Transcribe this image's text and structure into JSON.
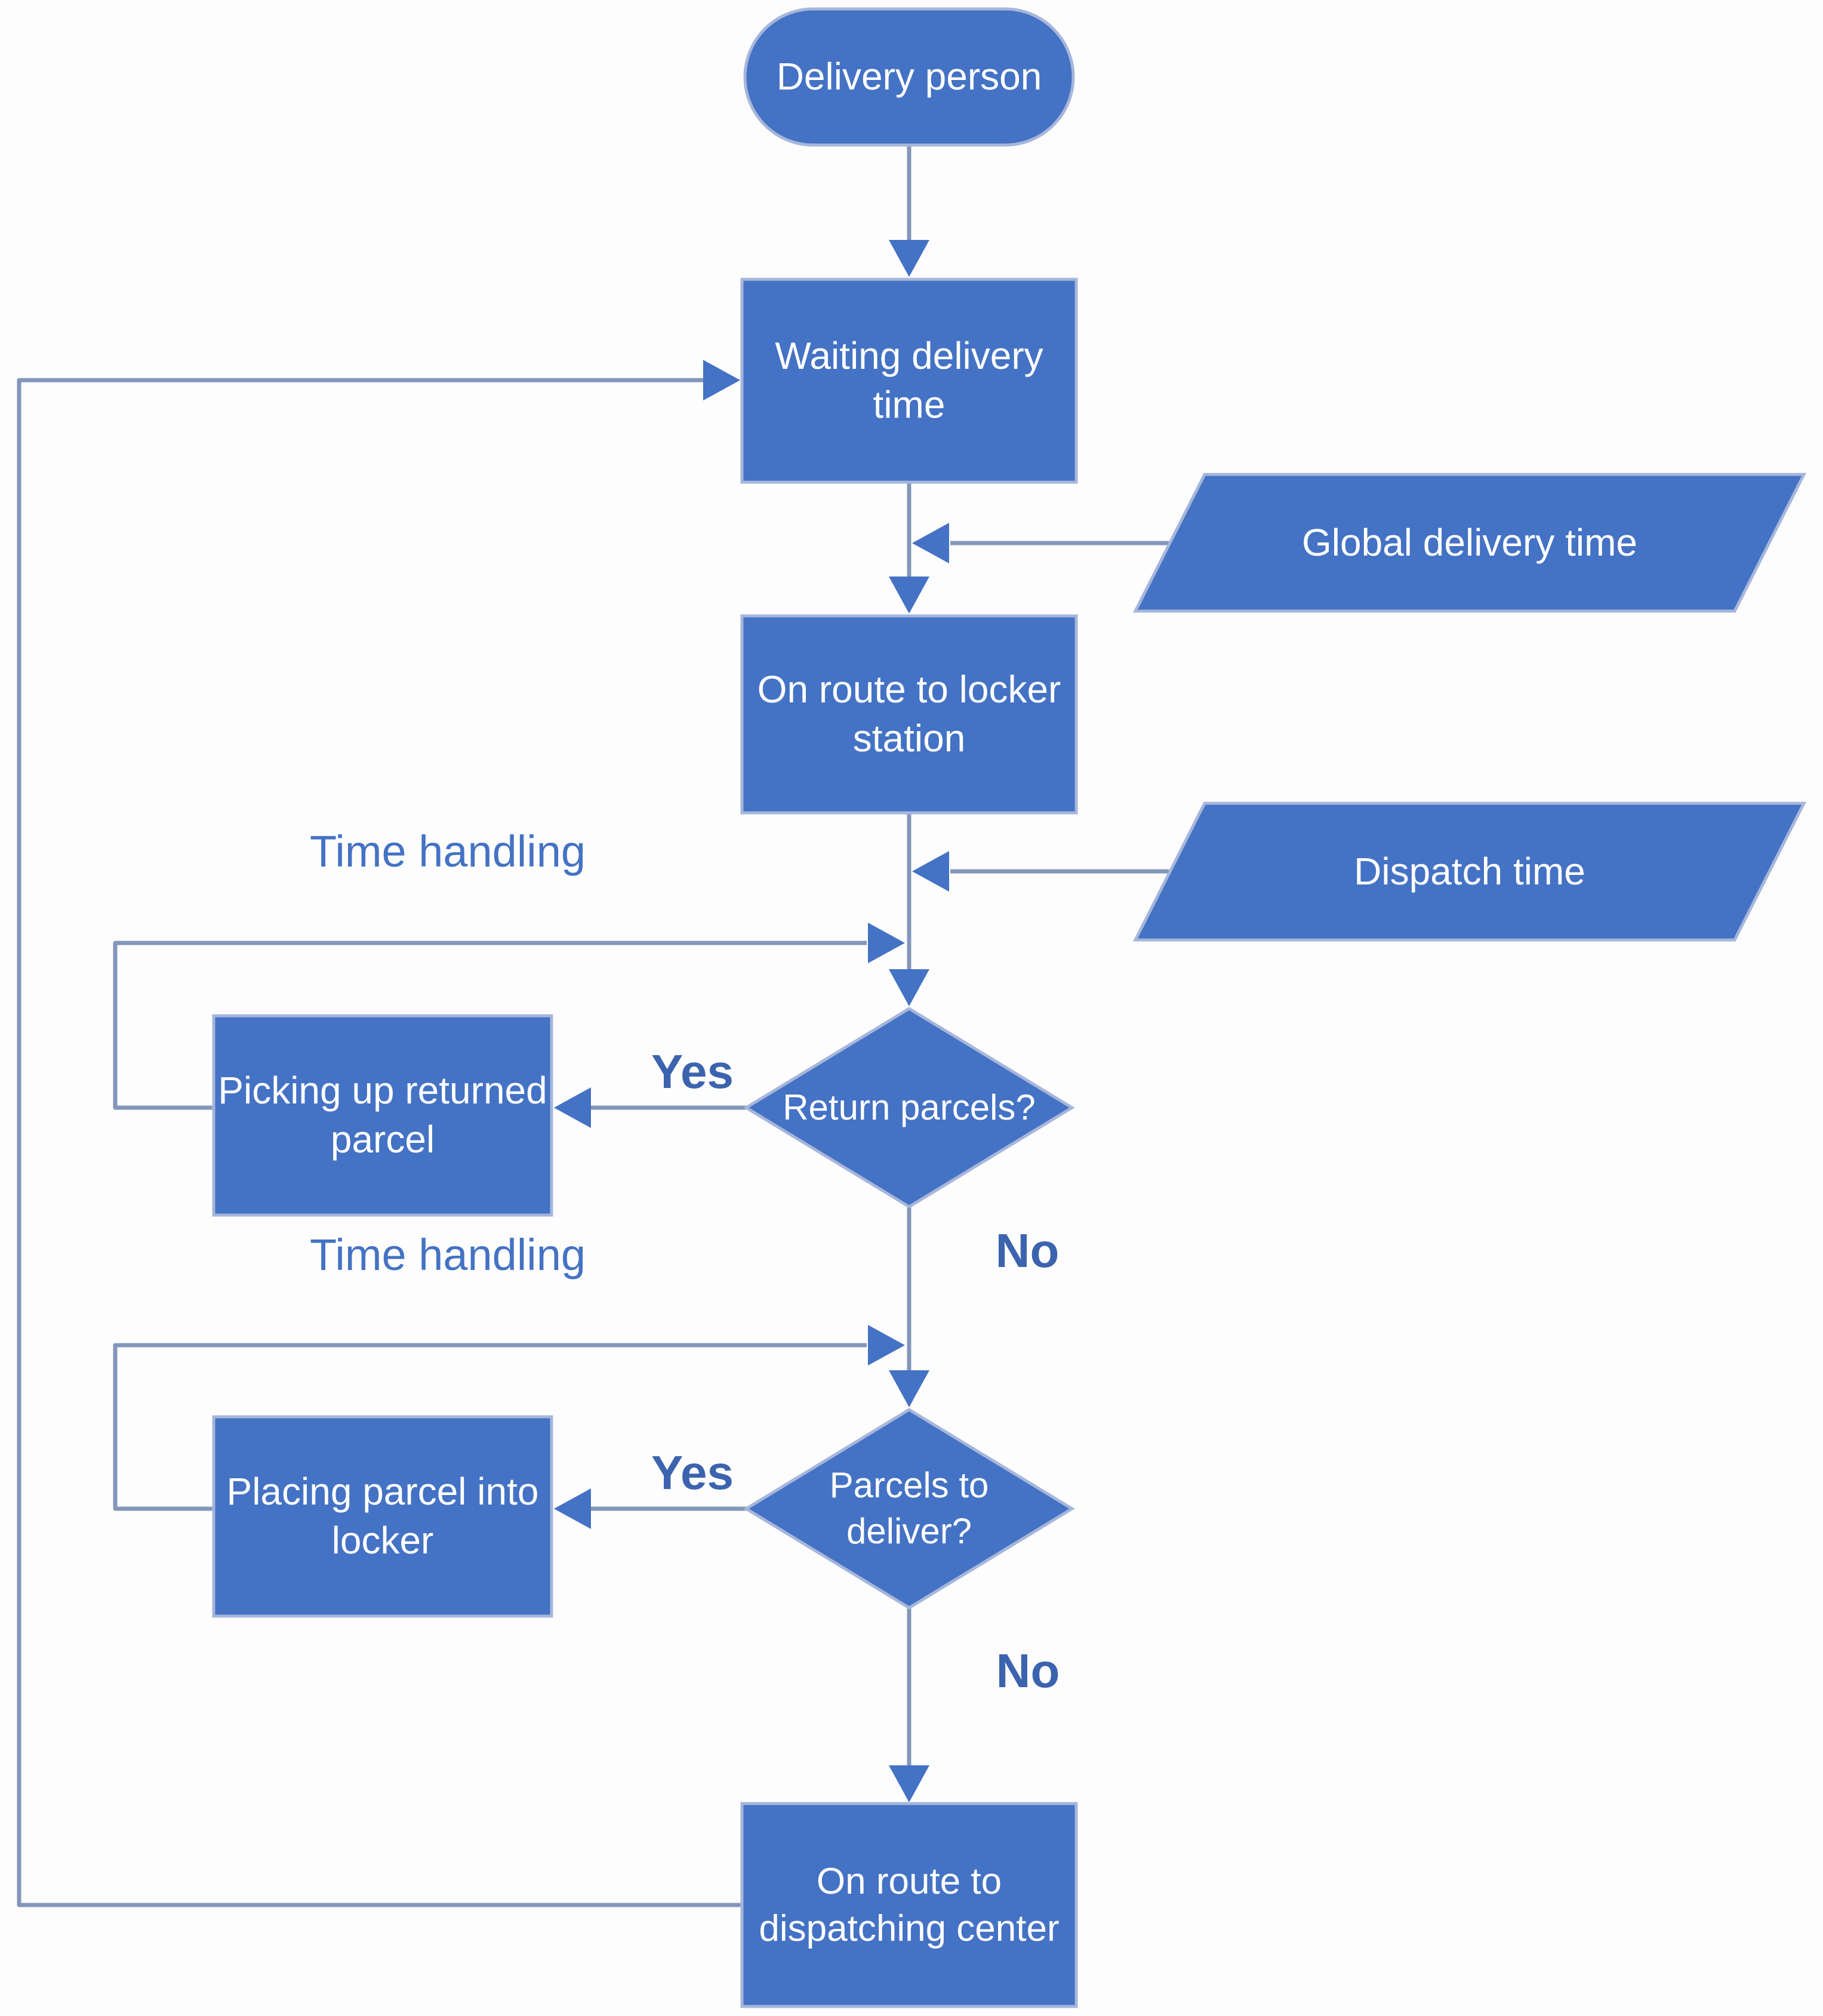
{
  "diagram": {
    "type": "flowchart",
    "description": "Delivery person parcel locker delivery process",
    "colors": {
      "node_fill": "#4472c4",
      "node_border": "#a6b6db",
      "node_text": "#ffffff",
      "connector_line": "#8496ba",
      "arrowhead": "#4472c4",
      "edge_label_text": "#4472c4",
      "decision_branch_text": "#3c64ae",
      "background": "#fdfdfe"
    },
    "nodes": {
      "start": {
        "label": "Delivery person",
        "shape": "terminator"
      },
      "waiting_delivery_time": {
        "label": "Waiting delivery\ntime",
        "shape": "process"
      },
      "global_delivery_time": {
        "label": "Global delivery time",
        "shape": "data-input"
      },
      "on_route_to_locker_station": {
        "label": "On route to locker\nstation",
        "shape": "process"
      },
      "dispatch_time": {
        "label": "Dispatch time",
        "shape": "data-input"
      },
      "return_parcels": {
        "label": "Return parcels?",
        "shape": "decision"
      },
      "picking_up_returned_parcel": {
        "label": "Picking up returned\nparcel",
        "shape": "process"
      },
      "parcels_to_deliver": {
        "label": "Parcels to\ndeliver?",
        "shape": "decision"
      },
      "placing_parcel_into_locker": {
        "label": "Placing parcel into\nlocker",
        "shape": "process"
      },
      "on_route_to_dispatching_center": {
        "label": "On route to\ndispatching center",
        "shape": "process"
      }
    },
    "edge_labels": {
      "time_handling_top": "Time handling",
      "time_handling_bottom": "Time handling",
      "yes_return": "Yes",
      "no_return": "No",
      "yes_deliver": "Yes",
      "no_deliver": "No"
    }
  }
}
